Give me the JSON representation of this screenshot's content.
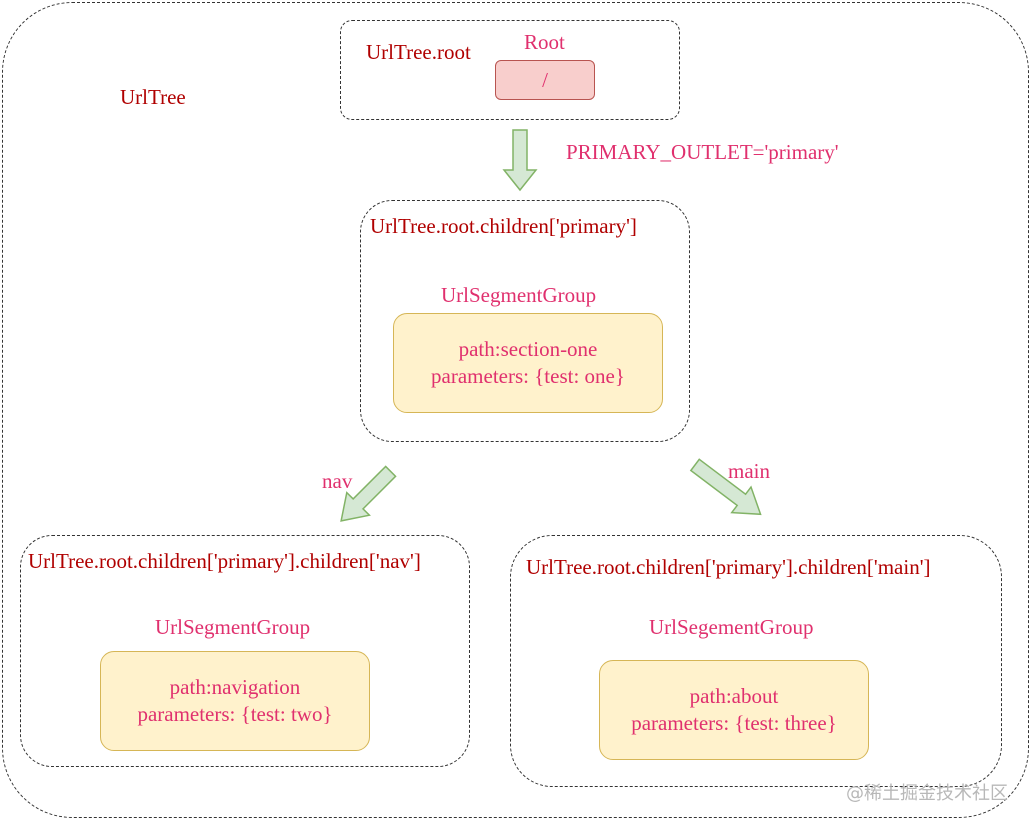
{
  "outer": {
    "label": "UrlTree"
  },
  "root_group": {
    "title": "UrlTree.root",
    "node_label": "Root",
    "node_text": "/"
  },
  "edge_primary": {
    "label": "PRIMARY_OUTLET='primary'"
  },
  "primary_group": {
    "title": "UrlTree.root.children['primary']",
    "node_label": "UrlSegmentGroup",
    "path": "path:section-one",
    "params": "parameters: {test: one}"
  },
  "edge_nav": {
    "label": "nav"
  },
  "edge_main": {
    "label": "main"
  },
  "nav_group": {
    "title": "UrlTree.root.children['primary'].children['nav']",
    "node_label": "UrlSegmentGroup",
    "path": "path:navigation",
    "params": "parameters: {test: two}"
  },
  "main_group": {
    "title": "UrlTree.root.children['primary'].children['main']",
    "node_label": "UrlSegementGroup",
    "path": "path:about",
    "params": "parameters: {test: three}"
  },
  "watermark": "@稀土掘金技术社区",
  "colors": {
    "arrow_fill": "#d5e8d4",
    "arrow_stroke": "#82b366",
    "node_fill": "#fff2cc",
    "node_stroke": "#d6b656",
    "root_fill": "#f8cecc",
    "root_stroke": "#b85450",
    "title_color": "#b00000",
    "label_color": "#e0306e"
  }
}
